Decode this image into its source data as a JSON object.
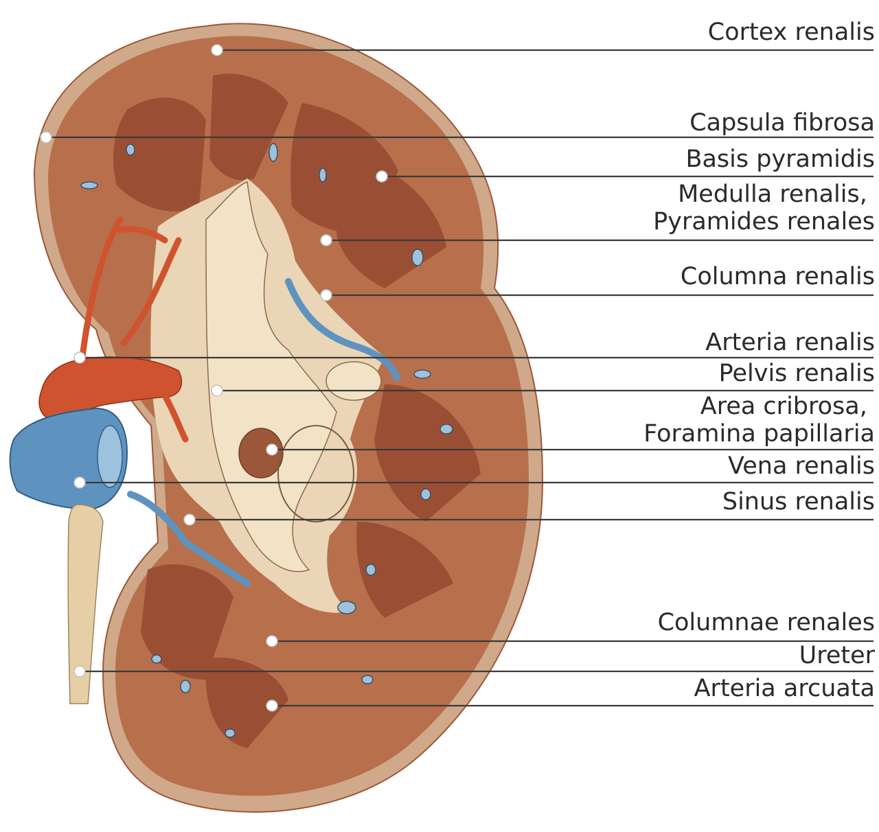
{
  "colors": {
    "cortex": "#b86f4c",
    "cortex_dark": "#9c5638",
    "capsule": "#cfa98a",
    "pyramid": "#9a4f35",
    "sinus_fat": "#ead6b6",
    "pelvis": "#f2e3c6",
    "artery": "#d0532f",
    "vein": "#5f93bf",
    "vein_light": "#9cc2de",
    "ureter": "#e6cfa6",
    "label_text": "#2a2a2a"
  },
  "labels": [
    {
      "id": "cortex-renalis",
      "lines": [
        "Cortex renalis"
      ]
    },
    {
      "id": "capsula-fibrosa",
      "lines": [
        "Capsula fibrosa"
      ]
    },
    {
      "id": "basis-pyramidis",
      "lines": [
        "Basis pyramidis"
      ]
    },
    {
      "id": "medulla-renalis",
      "lines": [
        "Medulla renalis,",
        "Pyramides renales"
      ]
    },
    {
      "id": "columna-renalis",
      "lines": [
        "Columna renalis"
      ]
    },
    {
      "id": "arteria-renalis",
      "lines": [
        "Arteria renalis"
      ]
    },
    {
      "id": "pelvis-renalis",
      "lines": [
        "Pelvis renalis"
      ]
    },
    {
      "id": "area-cribrosa",
      "lines": [
        "Area cribrosa,",
        "Foramina papillaria"
      ]
    },
    {
      "id": "vena-renalis",
      "lines": [
        "Vena renalis"
      ]
    },
    {
      "id": "sinus-renalis",
      "lines": [
        "Sinus renalis"
      ]
    },
    {
      "id": "columnae-renales",
      "lines": [
        "Columnae renales"
      ]
    },
    {
      "id": "ureter",
      "lines": [
        "Ureter"
      ]
    },
    {
      "id": "arteria-arcuata",
      "lines": [
        "Arteria arcuata"
      ]
    }
  ]
}
